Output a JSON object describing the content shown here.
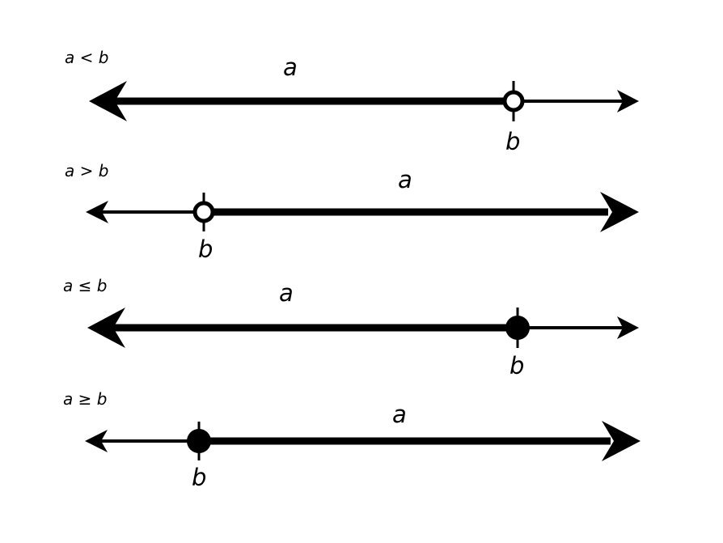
{
  "rows": [
    {
      "condition": "a < b",
      "a_label": "a",
      "b_label": "b",
      "direction": "left",
      "endpoint": "open"
    },
    {
      "condition": "a > b",
      "a_label": "a",
      "b_label": "b",
      "direction": "right",
      "endpoint": "open"
    },
    {
      "condition": "a ≤ b",
      "a_label": "a",
      "b_label": "b",
      "direction": "left",
      "endpoint": "closed"
    },
    {
      "condition": "a ≥ b",
      "a_label": "a",
      "b_label": "b",
      "direction": "right",
      "endpoint": "closed"
    }
  ],
  "colors": {
    "ink": "#000000",
    "background": "#ffffff"
  }
}
